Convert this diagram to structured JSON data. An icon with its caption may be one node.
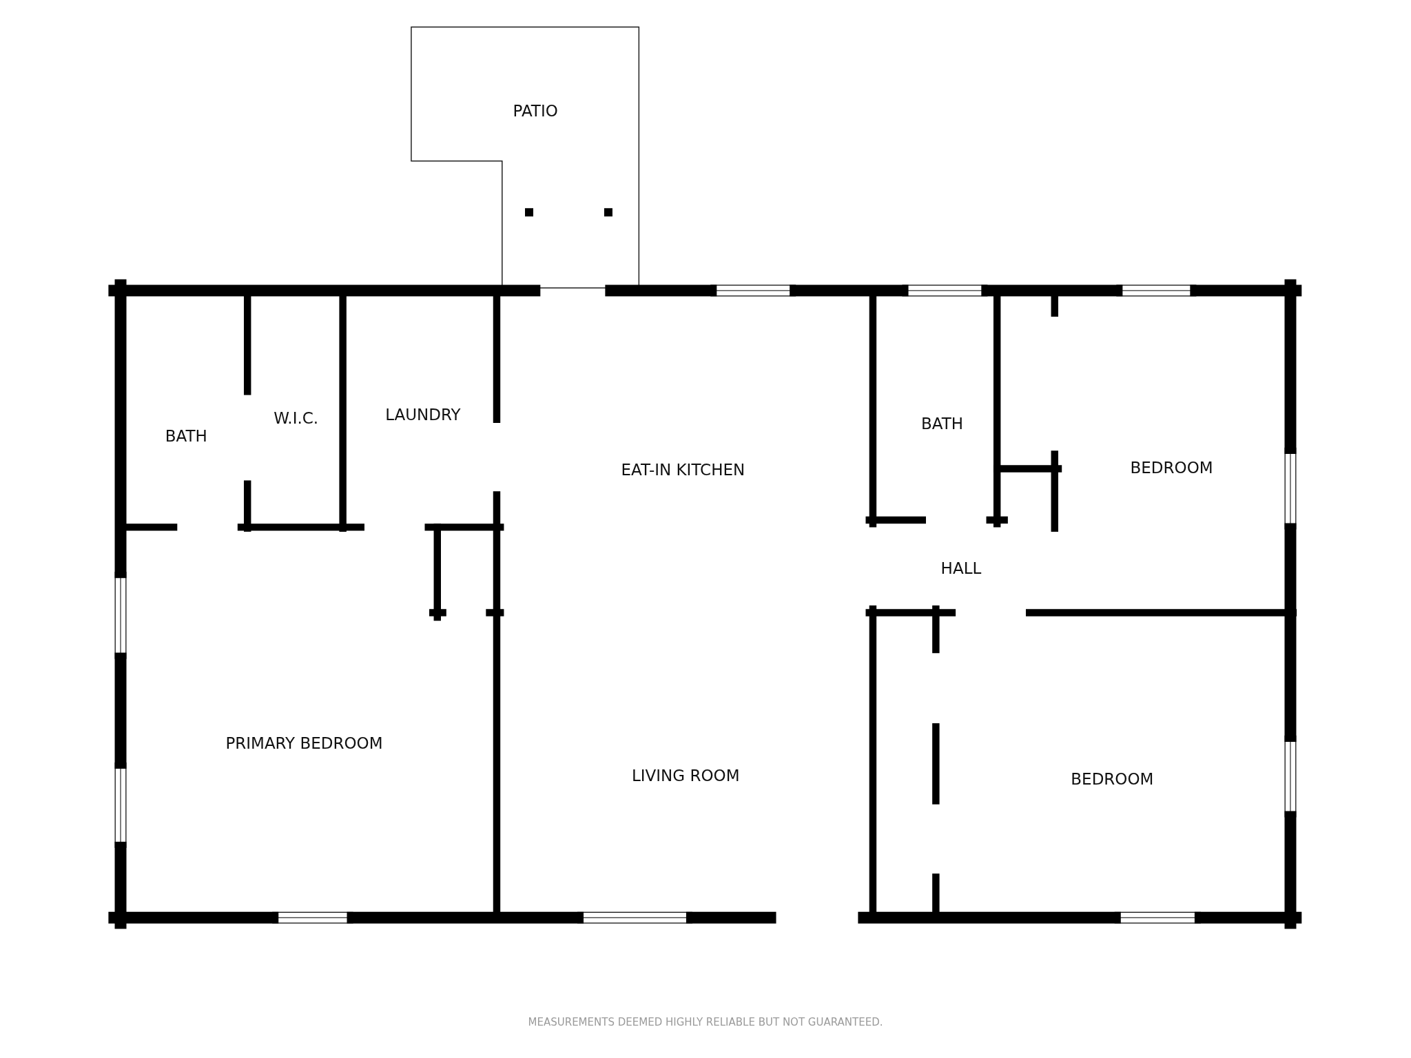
{
  "diagram": {
    "nodes": [
      {
        "text": [
          "PATIO"
        ]
      },
      {
        "text": [
          "BATH"
        ]
      },
      {
        "text": [
          "W.I.C."
        ]
      },
      {
        "text": [
          "LAUNDRY"
        ]
      },
      {
        "text": [
          "EAT-IN KITCHEN"
        ]
      },
      {
        "text": [
          "BATH"
        ]
      },
      {
        "text": [
          "BEDROOM"
        ]
      },
      {
        "text": [
          "HALL"
        ]
      },
      {
        "text": [
          "PRIMARY BEDROOM"
        ]
      },
      {
        "text": [
          "LIVING ROOM"
        ]
      },
      {
        "text": [
          "BEDROOM"
        ]
      }
    ],
    "labels": [
      "MEASUREMENTS DEEMED HIGHLY RELIABLE BUT NOT GUARANTEED."
    ]
  }
}
